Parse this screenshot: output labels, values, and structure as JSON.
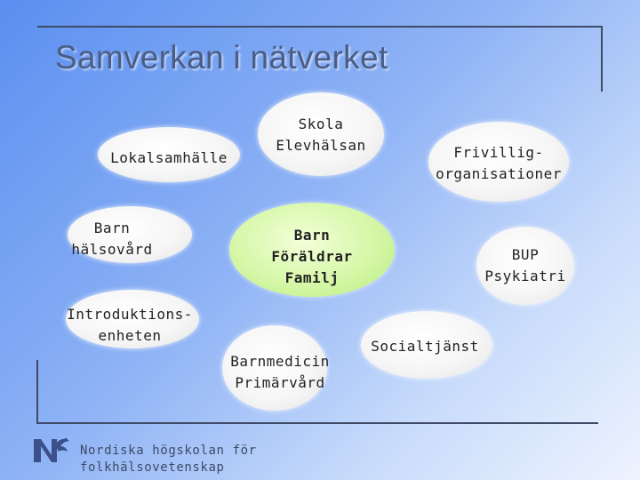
{
  "title": "Samverkan i nätverket",
  "nodes": {
    "lokalsamhalle": "Lokalsamhälle",
    "skola": "Skola\nElevhälsan",
    "frivillig": "Frivillig-\norganisationer",
    "barn_halsovard": "Barn\nhälsovård",
    "center": "Barn\nFöräldrar\nFamilj",
    "bup": "BUP\nPsykiatri",
    "introduktion": "Introduktions-\nenheten",
    "barnmedicin": "Barnmedicin\nPrimärvård",
    "socialtjanst": "Socialtjänst"
  },
  "footer": "Nordiska högskolan för\nfolkhälsovetenskap",
  "colors": {
    "center_fill": "#c4f08f",
    "title_color": "#4a5d86",
    "frame_color": "#3f4a66",
    "logo_color": "#3b4f8a"
  }
}
